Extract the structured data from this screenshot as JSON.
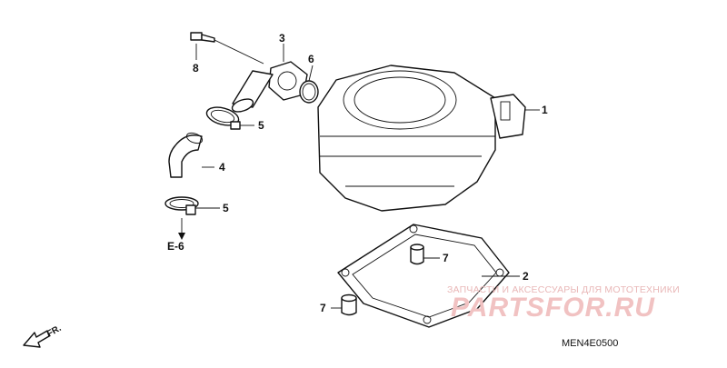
{
  "diagram": {
    "callouts": {
      "c1": "1",
      "c2": "2",
      "c3": "3",
      "c4": "4",
      "c5a": "5",
      "c5b": "5",
      "c6": "6",
      "c7a": "7",
      "c7b": "7",
      "c8": "8"
    },
    "ref_label": "E-6",
    "direction_label": "FR.",
    "diagram_code": "MEN4E0500"
  },
  "watermark": {
    "text": "ЗАПЧАСТИ И АКСЕССУАРЫ ДЛЯ МОТОТЕХНИКИ",
    "logo": "PARTSFOR.RU",
    "color": "#f1c2c2"
  }
}
